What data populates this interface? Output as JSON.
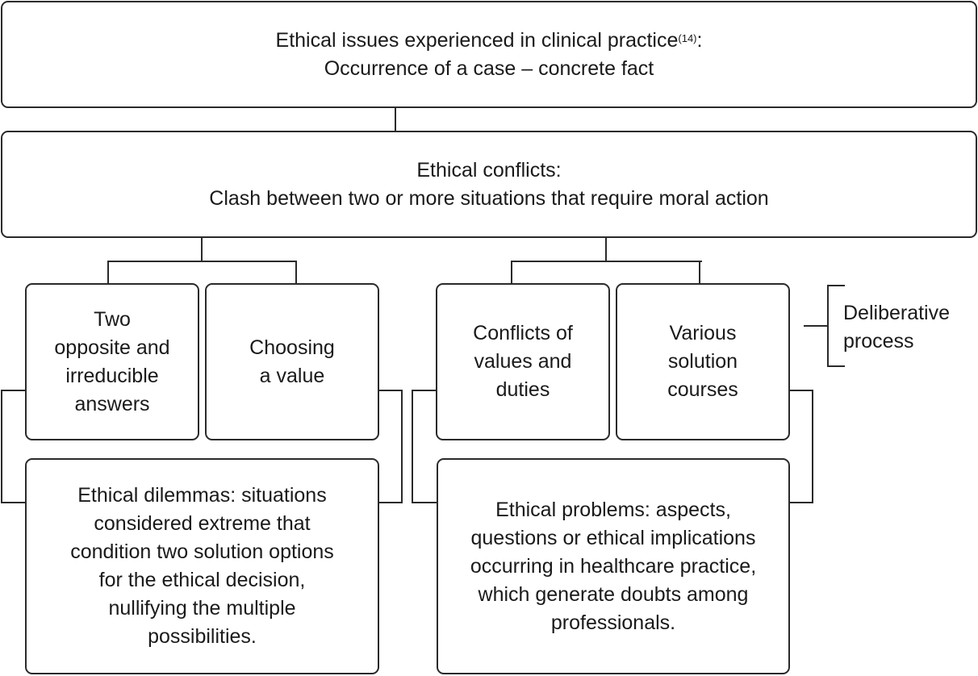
{
  "top_box": {
    "line1_text": "Ethical issues experienced in clinical practice",
    "line1_ref": "(14)",
    "line1_suffix": ":",
    "line2": "Occurrence of a case – concrete fact"
  },
  "conflicts_box": {
    "line1": "Ethical conflicts:",
    "line2": "Clash between two or more situations that require moral action"
  },
  "left_group": {
    "box1_lines": [
      "Two",
      "opposite and",
      "irreducible",
      "answers"
    ],
    "box2_lines": [
      "Choosing",
      "a value"
    ],
    "dilemmas_lines": [
      "Ethical dilemmas: situations",
      "considered extreme that",
      "condition two solution options",
      "for the ethical decision,",
      "nullifying the multiple",
      "possibilities."
    ]
  },
  "right_group": {
    "box1_lines": [
      "Conflicts of",
      "values and",
      "duties"
    ],
    "box2_lines": [
      "Various",
      "solution",
      "courses"
    ],
    "problems_lines": [
      "Ethical problems: aspects,",
      "questions or ethical implications",
      "occurring in healthcare practice,",
      "which generate doubts among",
      "professionals."
    ]
  },
  "bracket_label": {
    "lines": [
      "Deliberative",
      "process"
    ]
  }
}
